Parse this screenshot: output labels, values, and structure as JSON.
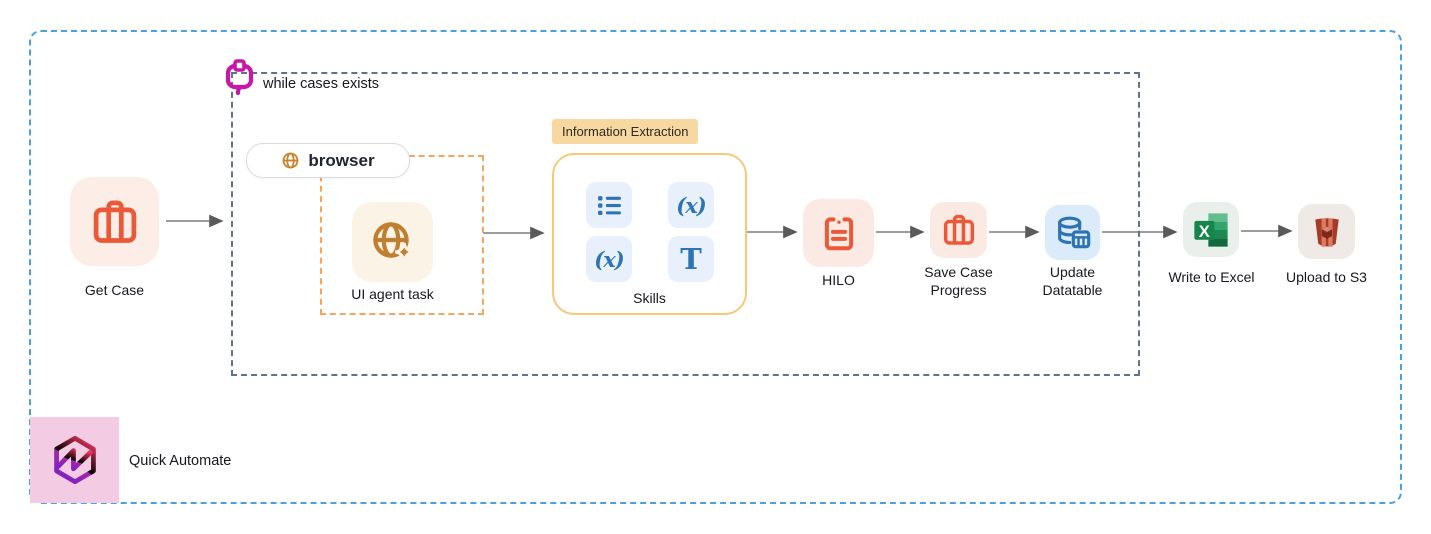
{
  "loop": {
    "label": "while cases exists"
  },
  "browser_tag": {
    "label": "browser"
  },
  "nodes": {
    "get_case": {
      "label": "Get Case"
    },
    "ui_agent_task": {
      "label": "UI agent task"
    },
    "hilo": {
      "label": "HILO"
    },
    "save_case_progress": {
      "line1": "Save Case",
      "line2": "Progress"
    },
    "update_datatable": {
      "line1": "Update",
      "line2": "Datatable"
    },
    "write_to_excel": {
      "label": "Write to Excel",
      "glyph": "X"
    },
    "upload_to_s3": {
      "label": "Upload to S3"
    }
  },
  "skills": {
    "tag": "Information Extraction",
    "label": "Skills",
    "function_glyph": "(x)",
    "text_glyph": "T"
  },
  "footer": {
    "brand": "Quick Automate"
  },
  "colors": {
    "outer_border": "#4ba0dd",
    "loop_border": "#5f7389",
    "task_border": "#f4a55f",
    "skills_border": "#f6c87e",
    "tag_background": "#f8d8a1",
    "orange_icon": "#eb5a38",
    "amber_icon": "#be8030",
    "blue_icon": "#2e74b5",
    "magenta_icon": "#c617a9",
    "brand_pink": "#f3cbe3",
    "arrow": "#7d7d7d"
  }
}
